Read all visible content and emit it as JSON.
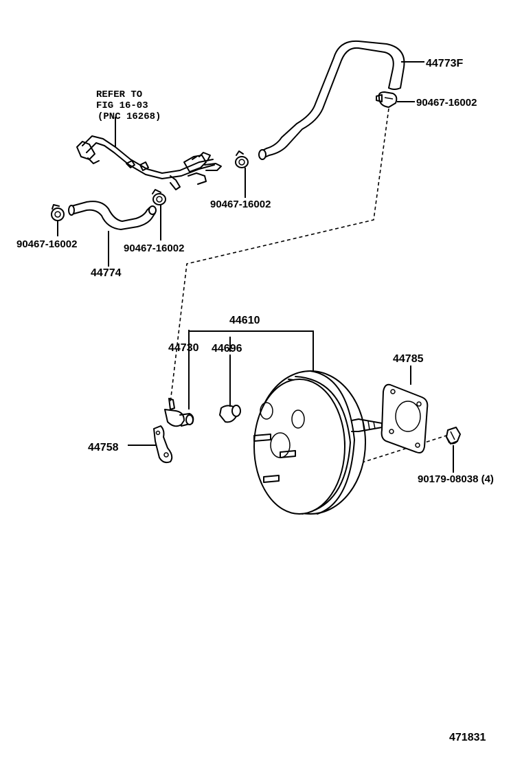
{
  "labels": {
    "refer_line1": "REFER TO",
    "refer_line2": "FIG 16-03",
    "refer_line3": "(PNC 16268)",
    "hose_upper": "44773F",
    "clamp_upper_right": "90467-16002",
    "clamp_mid": "90467-16002",
    "clamp_left": "90467-16002",
    "clamp_center": "90467-16002",
    "hose_lower": "44774",
    "booster_assy": "44610",
    "check_valve": "44730",
    "grommet": "44696",
    "gasket": "44785",
    "bracket": "44758",
    "nut": "90179-08038 (4)",
    "figure_number": "471831"
  },
  "icons": {
    "booster": "brake-booster-icon",
    "gasket": "gasket-plate-icon",
    "hose": "vacuum-hose-icon",
    "clamp": "hose-clamp-icon",
    "pipe": "vacuum-pipe-icon",
    "valve": "check-valve-icon",
    "grommet": "grommet-icon",
    "bracket": "bracket-icon",
    "nut": "flange-nut-icon"
  }
}
